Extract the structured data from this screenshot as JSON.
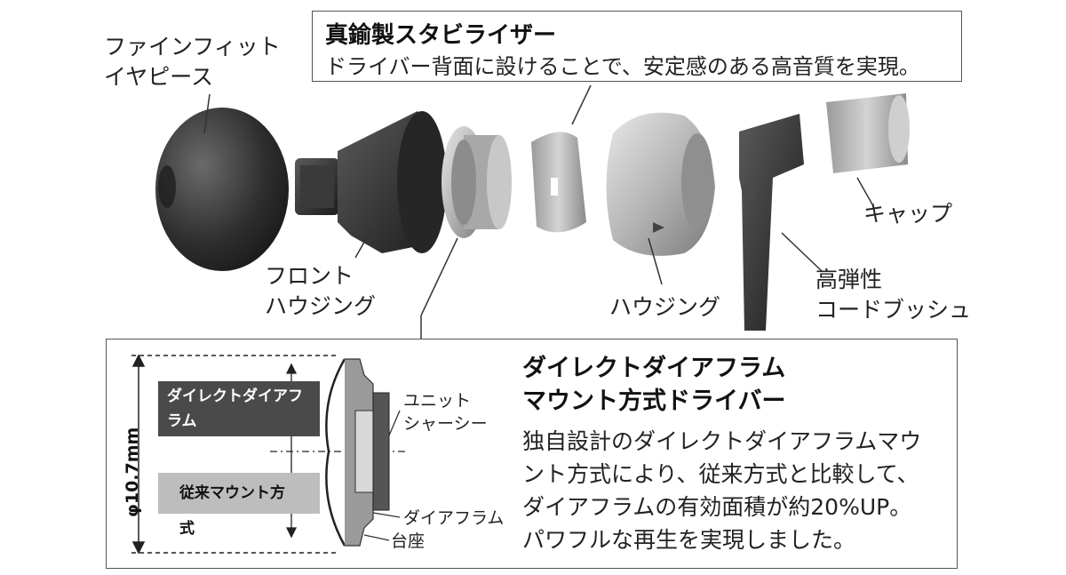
{
  "parts": {
    "eartip": {
      "line1": "ファインフィット",
      "line2": "イヤピース"
    },
    "front_housing": {
      "line1": "フロント",
      "line2": "ハウジング"
    },
    "housing": {
      "label": "ハウジング"
    },
    "cap": {
      "label": "キャップ"
    },
    "cord_bush": {
      "line1": "高弾性",
      "line2": "コードブッシュ"
    }
  },
  "stabilizer": {
    "title": "真鍮製スタビライザー",
    "description": "ドライバー背面に設けることで、安定感のある高音質を実現。"
  },
  "driver_detail": {
    "title_line1": "ダイレクトダイアフラム",
    "title_line2": "マウント方式ドライバー",
    "body_line1": "独自設計のダイレクトダイアフラムマウ",
    "body_line2": "ント方式により、従来方式と比較して、",
    "body_line3": "ダイアフラムの有効面積が約20%UP。",
    "body_line4": "パワフルな再生を実現しました。",
    "badge_direct_line1": "ダイレクトダイアフラム",
    "badge_direct_line2": "マウント方式",
    "badge_conventional": "従来マウント方式",
    "dimension": "φ10.7mm",
    "label_unit_line1": "ユニット",
    "label_unit_line2": "シャーシー",
    "label_diaphragm": "ダイアフラム",
    "label_base": "台座"
  },
  "colors": {
    "dark_badge": "#4a4a4a",
    "gray_badge": "#bdbdbd",
    "metal": "#b8b8b8",
    "rubber": "#2b2b2b"
  }
}
